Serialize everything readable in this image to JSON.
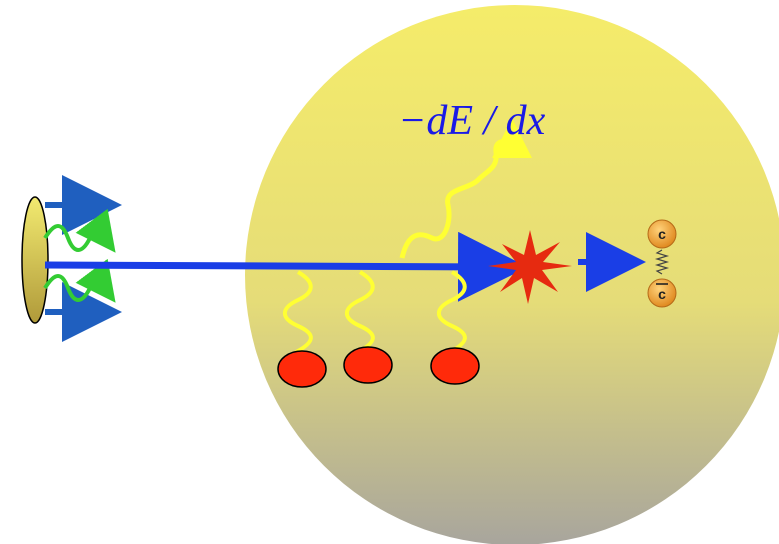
{
  "diagram": {
    "energy_loss_label": "−dE / dx",
    "quark_label": "c",
    "antiquark_label": "c",
    "colors": {
      "medium_top": "#f5ec6a",
      "medium_bottom": "#b0aa9a",
      "beam": "#1a3ee6",
      "short_arrows": "#1f5fbf",
      "radiation": "#ffff33",
      "green_waves": "#33cc33",
      "hot_spot": "#e62a10",
      "scattering_centers": "#ff2a0a",
      "quark_ball": "#f2a03a",
      "source_disk": "#d8c24a"
    }
  }
}
